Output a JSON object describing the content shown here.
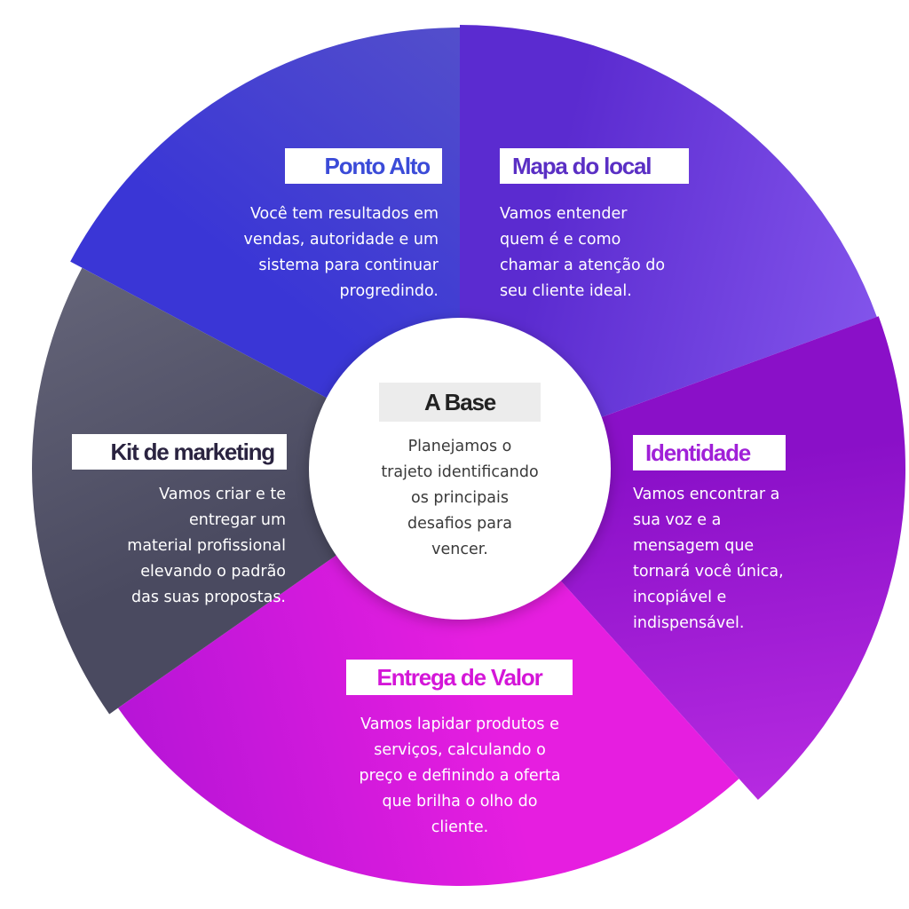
{
  "center": {
    "title": "A Base",
    "description": "Planejamos o\ntrajeto identificando\nos principais\ndesafios para\nvencer."
  },
  "segments": [
    {
      "id": "ponto-alto",
      "title": "Ponto Alto",
      "title_color": "#3b4bd8",
      "description": "Você tem resultados em\nvendas, autoridade e um\nsistema para continuar\nprogredindo.",
      "colors": [
        "#3a36d6",
        "#5a55c8"
      ]
    },
    {
      "id": "mapa-do-local",
      "title": "Mapa do local",
      "title_color": "#5a2fc4",
      "description": "Vamos entender\nquem é e como\nchamar a atenção do\nseu cliente ideal.",
      "colors": [
        "#5b2bd0",
        "#8a5cf0"
      ]
    },
    {
      "id": "identidade",
      "title": "Identidade",
      "title_color": "#a020d8",
      "description": "Vamos encontrar a\nsua voz e a\nmensagem que\ntornará você única,\nincopiável e\nindispensável.",
      "colors": [
        "#8a10c8",
        "#c030e6"
      ]
    },
    {
      "id": "entrega-de-valor",
      "title": "Entrega de Valor",
      "title_color": "#d416d8",
      "description": "Vamos lapidar produtos e\nserviços, calculando o\npreço e definindo a oferta\nque brilha o olho do\ncliente.",
      "colors": [
        "#e61ee0",
        "#b414d6"
      ]
    },
    {
      "id": "kit-de-marketing",
      "title": "Kit de marketing",
      "title_color": "#2a2340",
      "description": "Vamos criar e te\nentregar  um\nmaterial profissional\nelevando o padrão\ndas suas propostas.",
      "colors": [
        "#4a4a60",
        "#6a6a7e"
      ]
    }
  ]
}
